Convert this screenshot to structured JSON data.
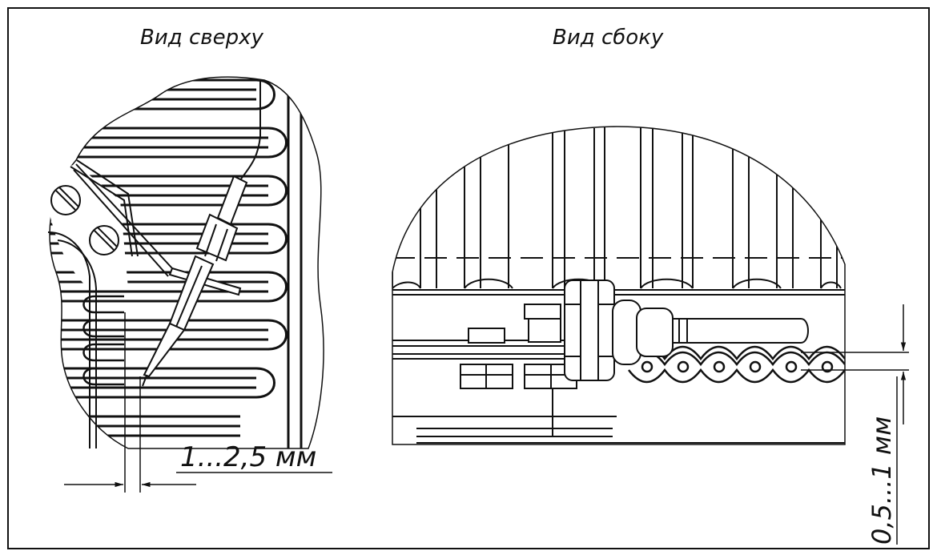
{
  "views": {
    "top": {
      "title": "Вид сверху",
      "dimension": "1...2,5 мм"
    },
    "side": {
      "title": "Вид сбоку",
      "dimension": "0,5...1 мм"
    }
  },
  "colors": {
    "ink": "#111111",
    "paper": "#ffffff"
  }
}
